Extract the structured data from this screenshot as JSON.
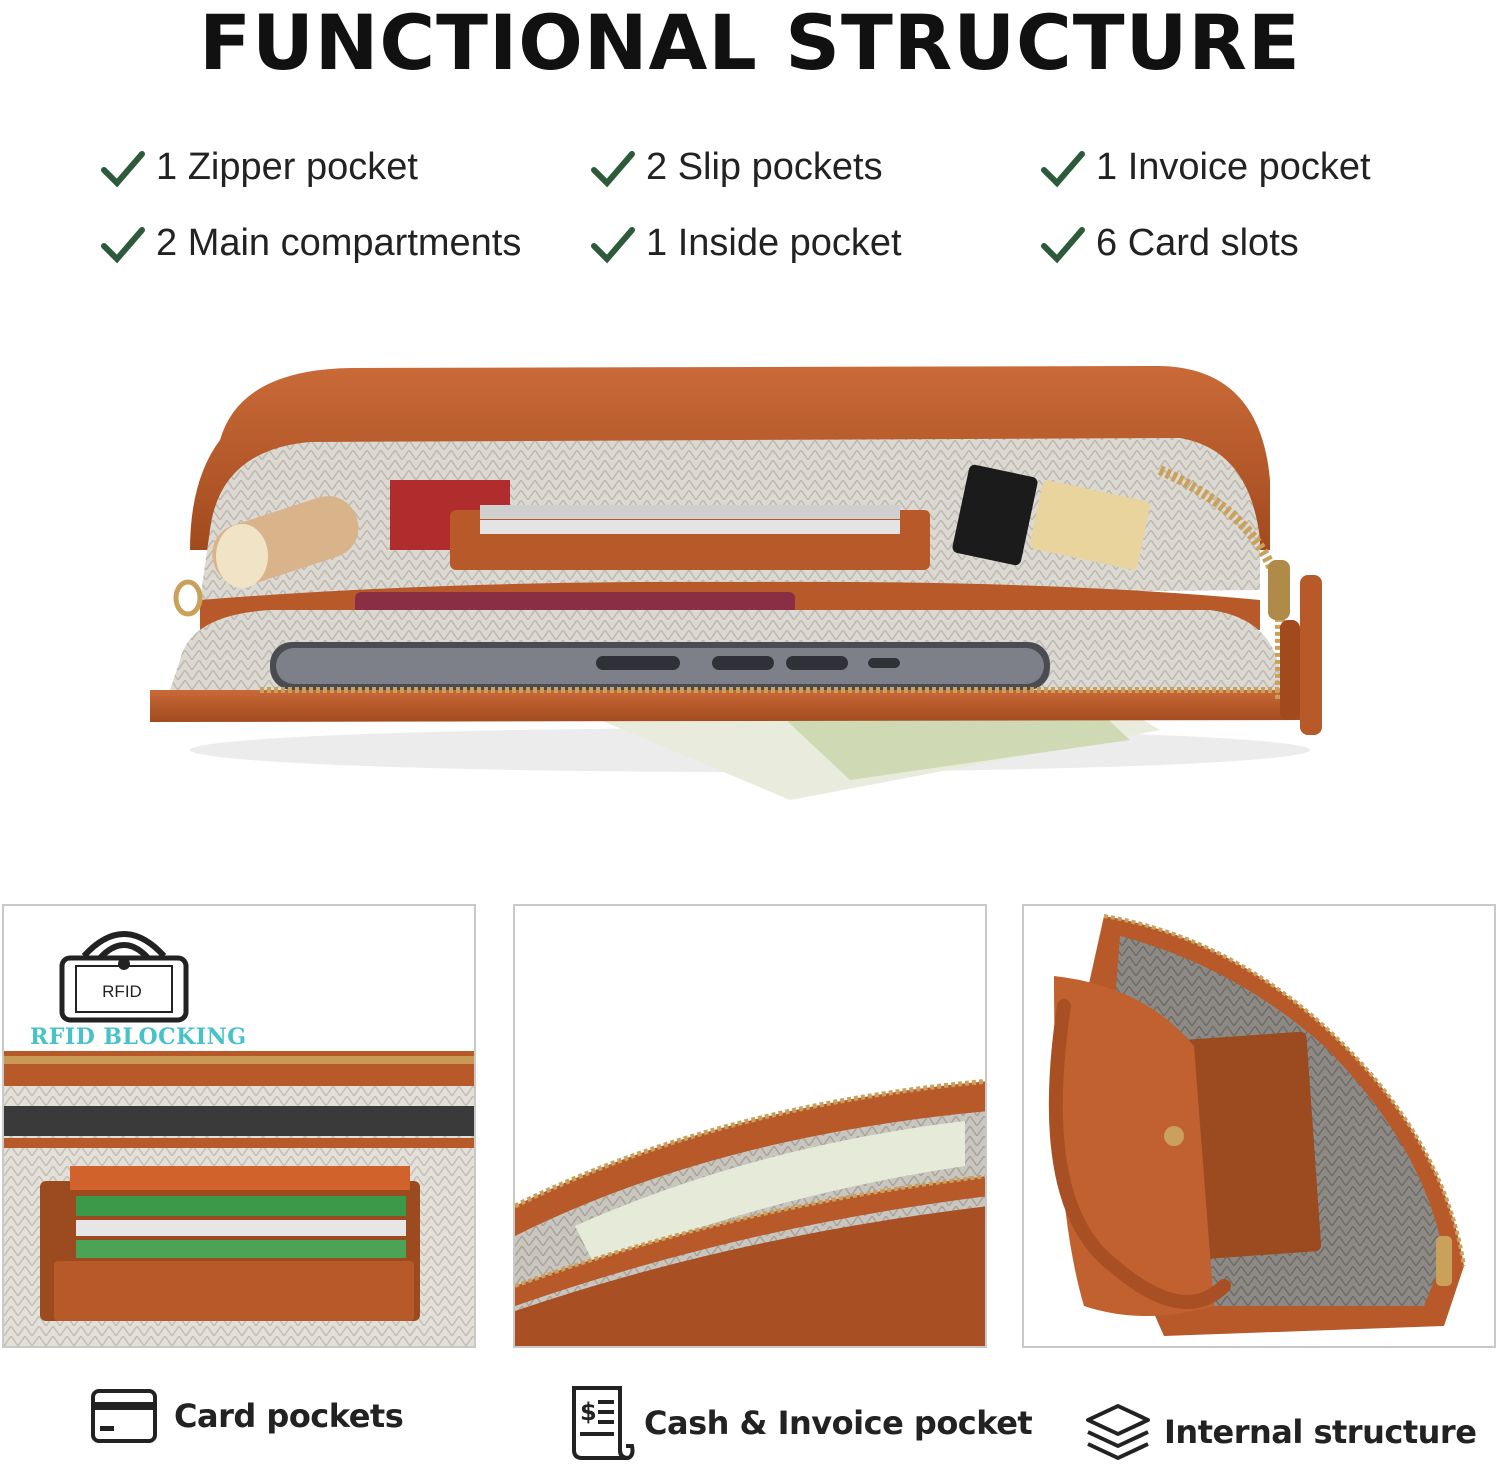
{
  "title": "FUNCTIONAL STRUCTURE",
  "features": [
    "1 Zipper pocket",
    "2 Slip pockets",
    "1 Invoice pocket",
    "2 Main compartments",
    "1 Inside pocket",
    "6 Card slots"
  ],
  "rfid": {
    "chip_text": "RFID",
    "label": "RFID BLOCKING"
  },
  "captions": [
    {
      "label": "Card pockets",
      "icon": "card-icon"
    },
    {
      "label": "Cash & Invoice pocket",
      "icon": "invoice-icon"
    },
    {
      "label": "Internal structure",
      "icon": "layers-icon"
    }
  ],
  "colors": {
    "leather": "#b8592a",
    "leather_dark": "#8e3f18",
    "check_green": "#2e5a3c",
    "rfid_teal": "#46c2c8",
    "lining": "#d9d6d0"
  }
}
